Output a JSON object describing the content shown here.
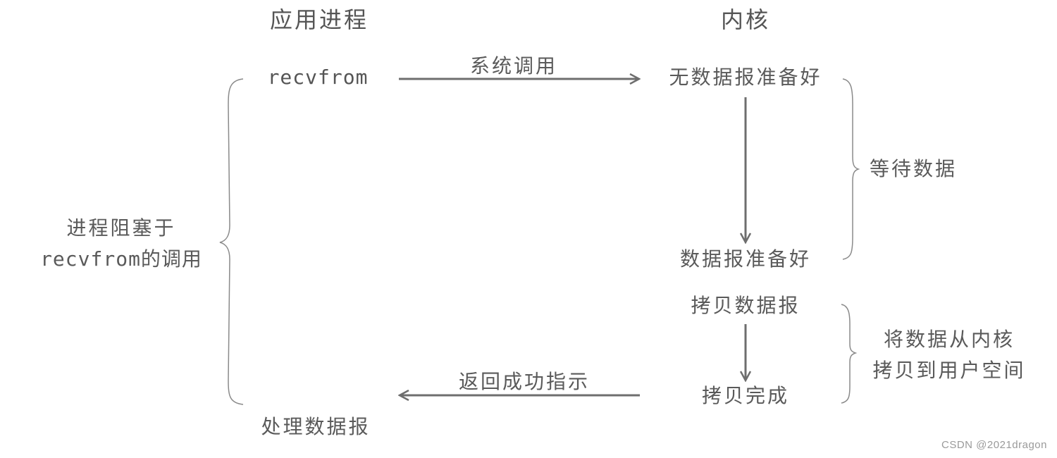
{
  "headers": {
    "app_process": "应用进程",
    "kernel": "内核"
  },
  "app": {
    "recvfrom": "recvfrom",
    "handle_datagram": "处理数据报",
    "blocked_line1": "进程阻塞于",
    "blocked_line2": "recvfrom的调用"
  },
  "arrows": {
    "system_call": "系统调用",
    "return_success": "返回成功指示"
  },
  "kernel": {
    "no_datagram_ready": "无数据报准备好",
    "datagram_ready": "数据报准备好",
    "copy_datagram": "拷贝数据报",
    "copy_done": "拷贝完成"
  },
  "phases": {
    "wait_data": "等待数据",
    "copy_line1": "将数据从内核",
    "copy_line2": "拷贝到用户空间"
  },
  "watermark": "CSDN @2021dragon",
  "colors": {
    "line": "#6e6e6e",
    "text": "#5a5a5a",
    "watermark": "#9a9a9a"
  }
}
